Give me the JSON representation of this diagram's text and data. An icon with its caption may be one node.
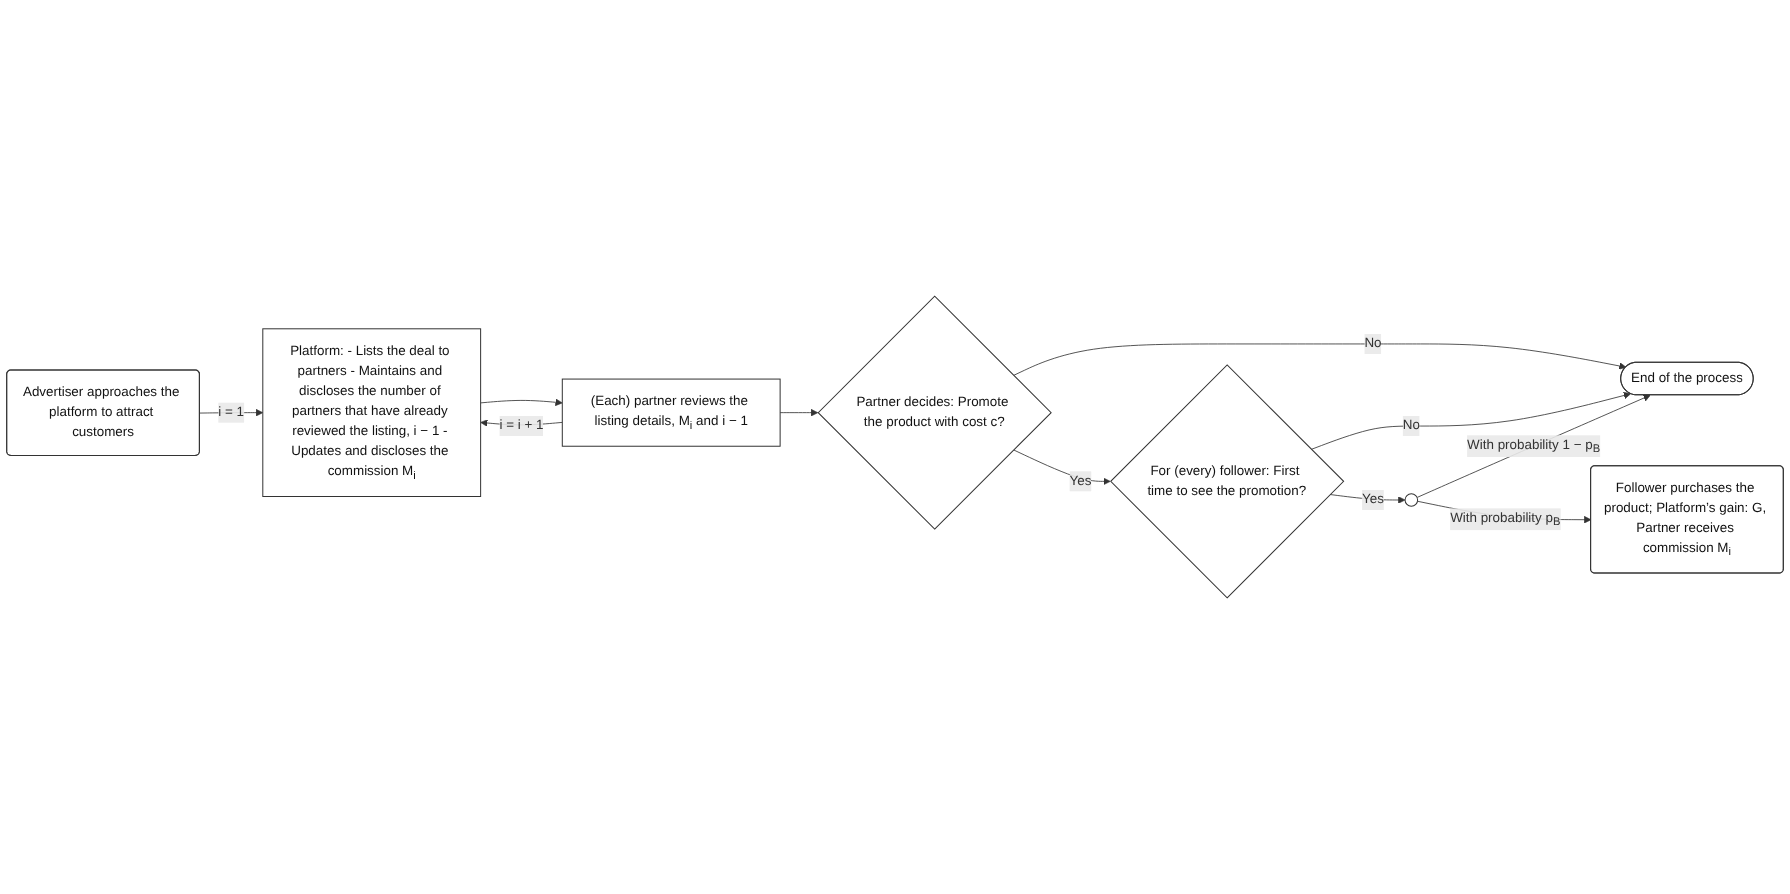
{
  "diagram": {
    "nodes": [
      {
        "text": [
          "Advertiser approaches the platform to attract customers"
        ]
      },
      {
        "text": [
          "Platform: - Lists the deal to partners - Maintains and discloses the number of partners that have already reviewed the listing, i − 1 - Updates and discloses the commission M$_{i}$"
        ]
      },
      {
        "text": [
          "(Each) partner reviews the listing details, M$_{i}$ and i − 1"
        ]
      },
      {
        "text": [
          "Partner decides: Promote the product with cost c?"
        ]
      },
      {
        "text": [
          "End of the process"
        ]
      },
      {
        "text": [
          "For (every) follower: First time to see the promotion?"
        ]
      },
      {
        "text": [],
        "shape": "circle"
      },
      {
        "text": [
          "Follower purchases the product; Platform’s gain: G, Partner receives commission M$_{i}$"
        ]
      }
    ],
    "edges": [
      {
        "from": 0,
        "to": 1,
        "arrow": "to",
        "label": "i = 1"
      },
      {
        "from": 1,
        "to": 2,
        "arrow": "to"
      },
      {
        "from": 2,
        "to": 1,
        "arrow": "to",
        "label": "i = i + 1"
      },
      {
        "from": 2,
        "to": 3,
        "arrow": "to"
      },
      {
        "from": 3,
        "to": 4,
        "arrow": "to",
        "label": "No"
      },
      {
        "from": 3,
        "to": 5,
        "arrow": "to",
        "label": "Yes"
      },
      {
        "from": 5,
        "to": 6,
        "arrow": "to",
        "label": "Yes"
      },
      {
        "from": 6,
        "to": 7,
        "arrow": "to",
        "label": "With probability p$_{B}$"
      },
      {
        "from": 5,
        "to": 4,
        "arrow": "to",
        "label": "No"
      },
      {
        "from": 6,
        "to": 4,
        "arrow": "to",
        "label": "With probability 1 − p$_{B}$"
      }
    ]
  }
}
